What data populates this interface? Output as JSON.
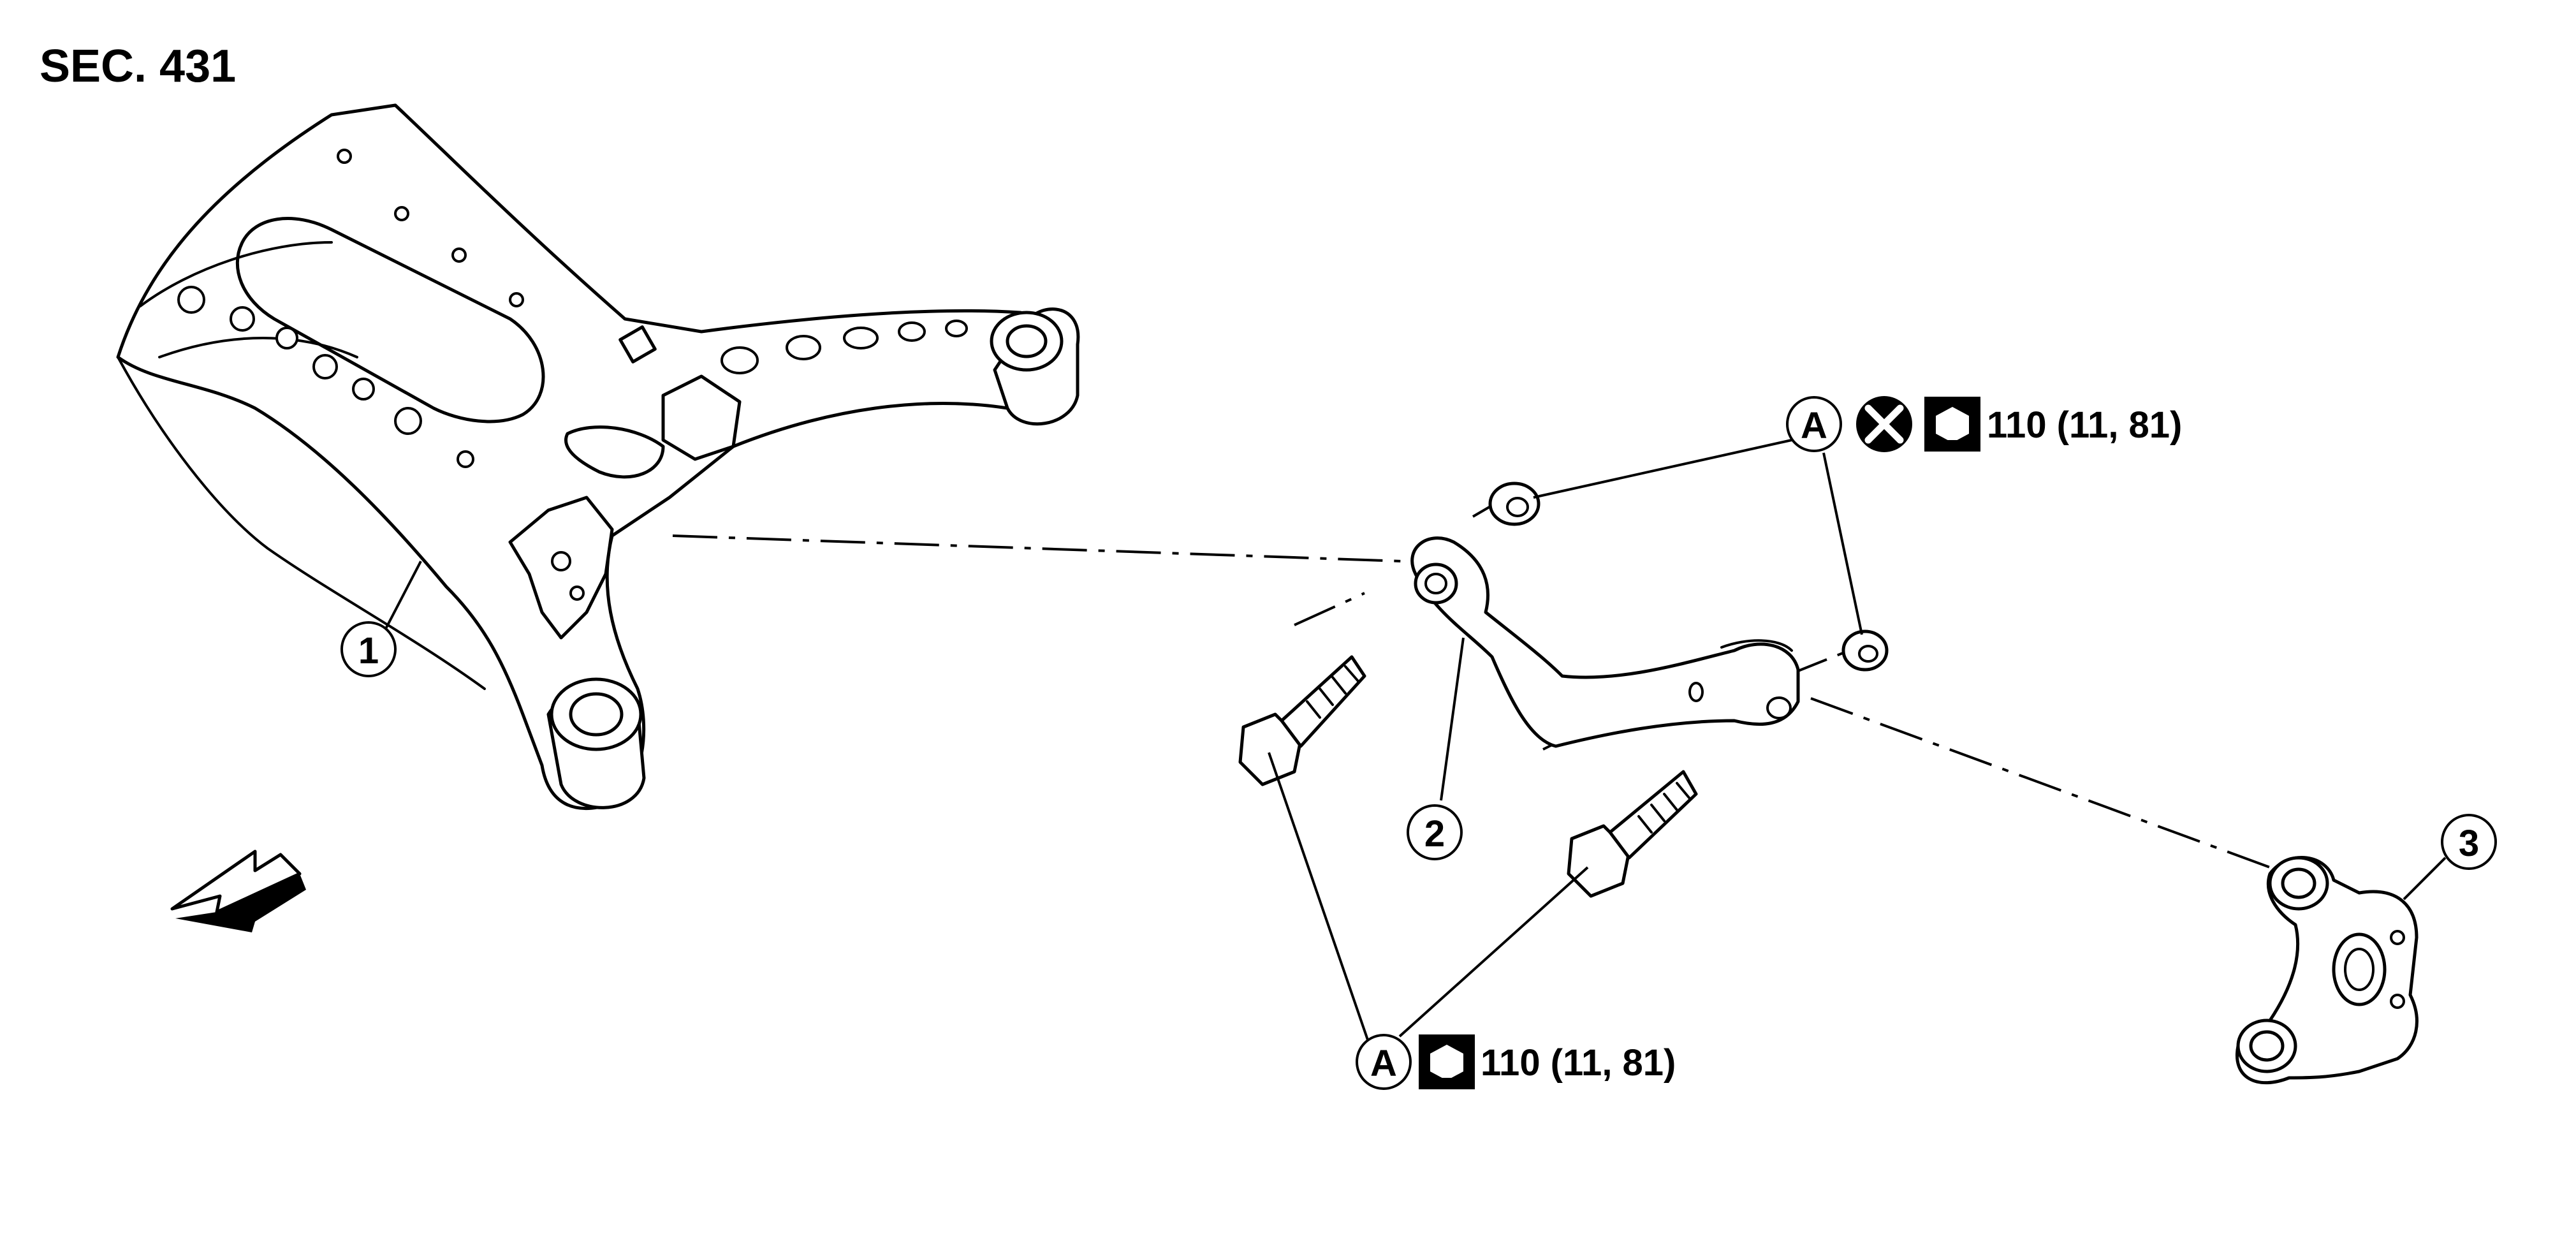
{
  "section_label": "SEC. 431",
  "callouts": {
    "part_1": "1",
    "part_2": "2",
    "part_3": "3",
    "ref_a_upper": "A",
    "ref_a_lower": "A"
  },
  "torque_upper": "110 (11, 81)",
  "torque_lower": "110 (11, 81)",
  "icons": {
    "do_not_reuse": "circle-x-icon",
    "tightening_torque": "torque-wrench-icon",
    "front_direction": "front-arrow-icon"
  },
  "colors": {
    "line": "#000000",
    "background": "#ffffff"
  }
}
